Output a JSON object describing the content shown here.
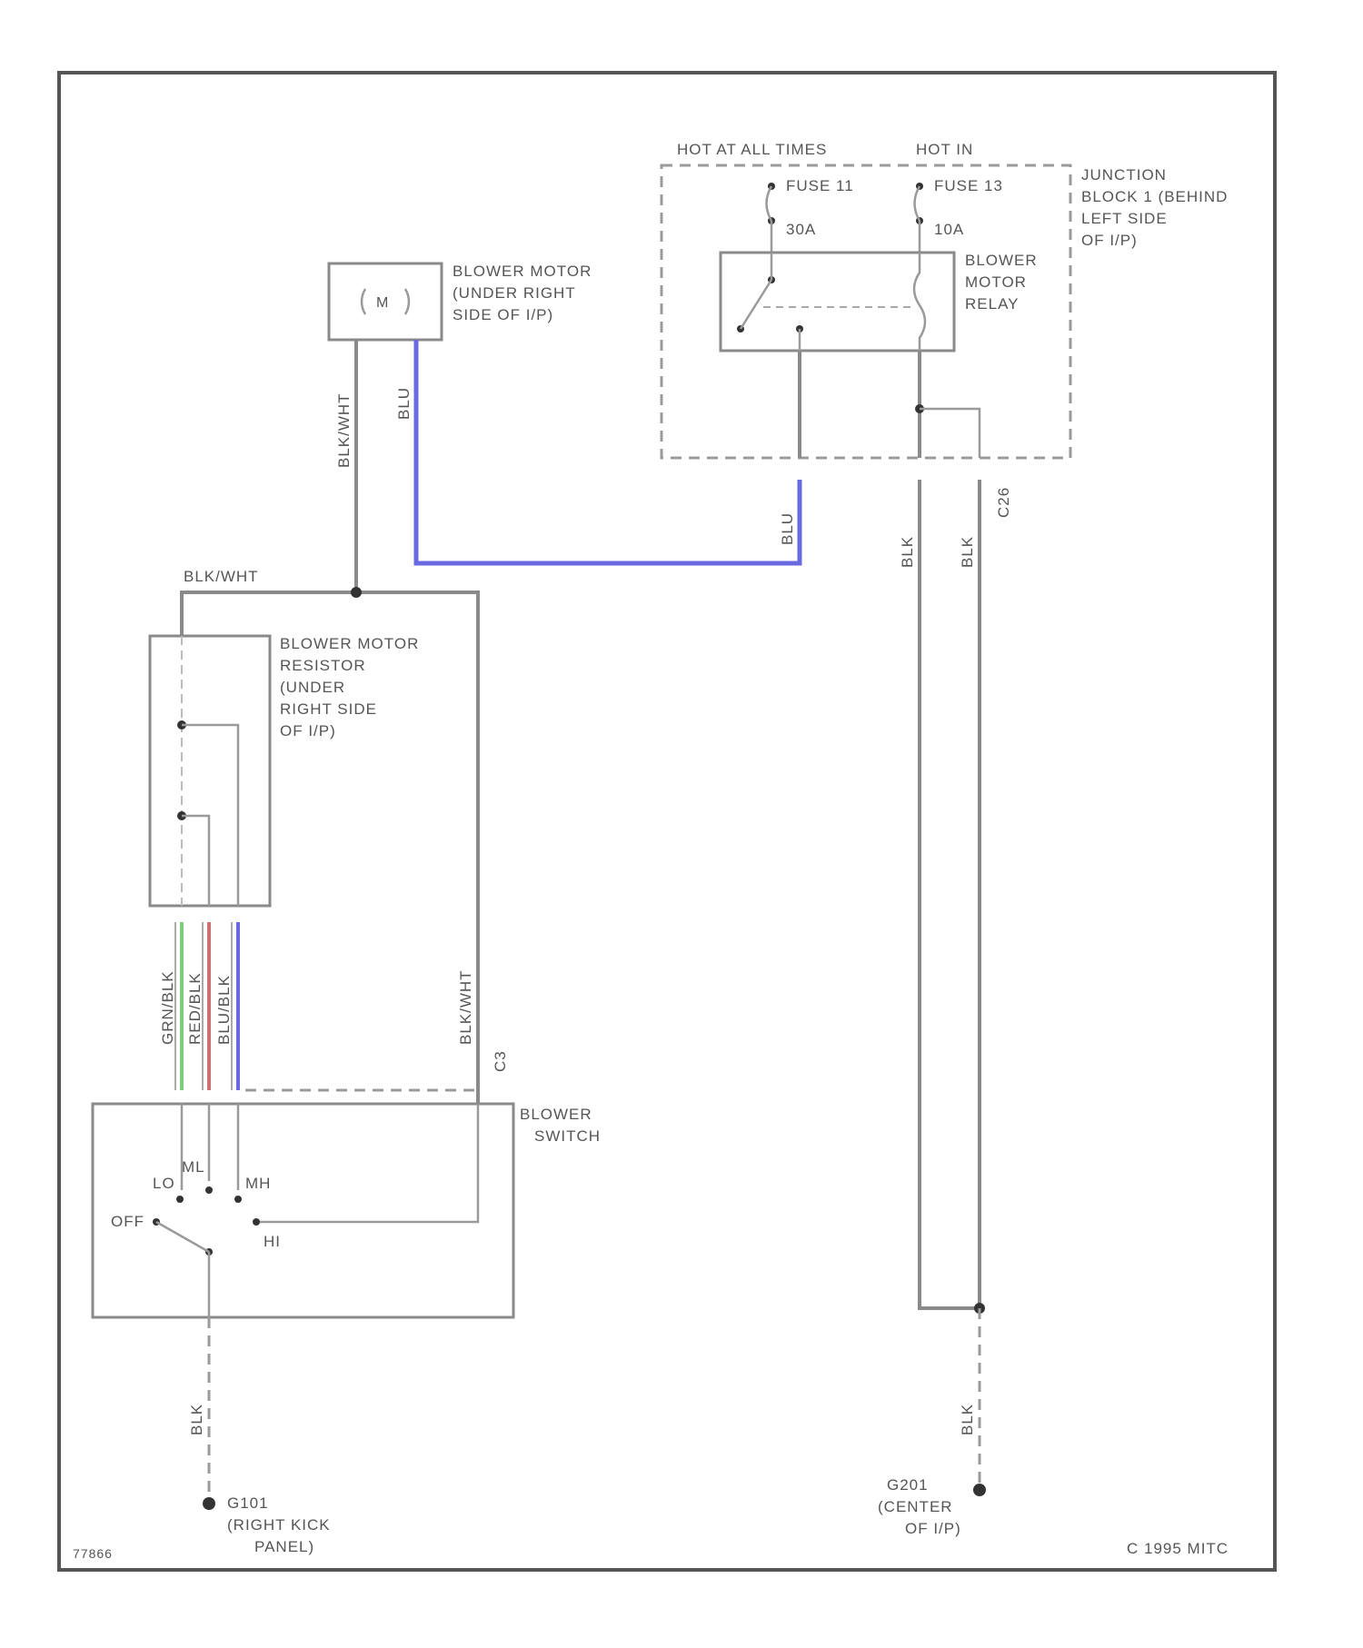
{
  "top": {
    "hot_at_all_times": "HOT AT ALL TIMES",
    "hot_in": "HOT IN"
  },
  "fuses": {
    "fuse_11": "FUSE 11",
    "fuse_11_rating": "30A",
    "fuse_13": "FUSE 13",
    "fuse_13_rating": "10A"
  },
  "junction_block": {
    "line1": "JUNCTION",
    "line2": "BLOCK 1 (BEHIND",
    "line3": "LEFT SIDE",
    "line4": "OF I/P)"
  },
  "relay": {
    "line1": "BLOWER",
    "line2": "MOTOR",
    "line3": "RELAY"
  },
  "motor": {
    "symbol": "M",
    "line1": "BLOWER MOTOR",
    "line2": "(UNDER RIGHT",
    "line3": "SIDE OF I/P)"
  },
  "resistor": {
    "line1": "BLOWER MOTOR",
    "line2": "RESISTOR",
    "line3": "(UNDER",
    "line4": "RIGHT SIDE",
    "line5": "OF I/P)"
  },
  "switch": {
    "line1": "BLOWER",
    "line2": "SWITCH",
    "pos_off": "OFF",
    "pos_lo": "LO",
    "pos_ml": "ML",
    "pos_mh": "MH",
    "pos_hi": "HI"
  },
  "wires": {
    "blk_wht": "BLK/WHT",
    "blu": "BLU",
    "blk": "BLK",
    "grn_blk": "GRN/BLK",
    "red_blk": "RED/BLK",
    "blu_blk": "BLU/BLK",
    "c26": "C26",
    "c3": "C3"
  },
  "grounds": {
    "g101_line1": "G101",
    "g101_line2": "(RIGHT KICK",
    "g101_line3": "PANEL)",
    "g201_line1": "G201",
    "g201_line2": "(CENTER",
    "g201_line3": "OF I/P)"
  },
  "footer": {
    "ref_number": "77866",
    "copyright": "C 1995 MITC"
  },
  "colors": {
    "blue_wire": "#6a6ae0",
    "green_wire": "#7ad07a",
    "red_wire": "#d07070"
  }
}
